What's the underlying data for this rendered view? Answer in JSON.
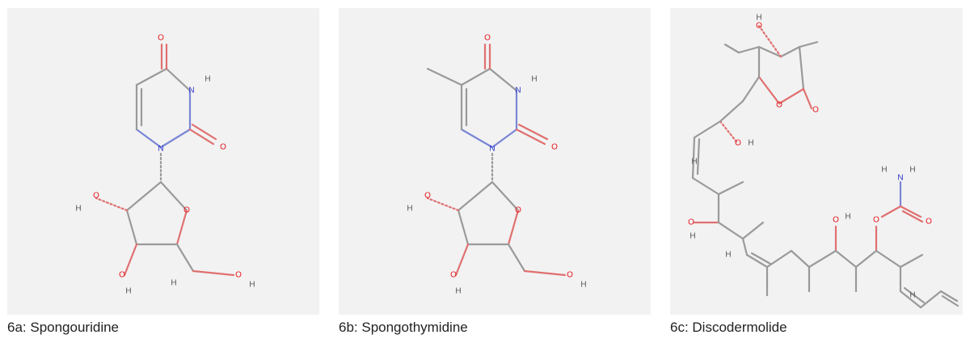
{
  "molecules": [
    {
      "caption": "6a: Spongouridine",
      "labels": {
        "O": "O",
        "N": "N",
        "H": "H"
      }
    },
    {
      "caption": "6b: Spongothymidine",
      "labels": {
        "O": "O",
        "N": "N",
        "H": "H"
      }
    },
    {
      "caption": "6c: Discodermolide",
      "labels": {
        "O": "O",
        "N": "N",
        "H": "H"
      }
    }
  ],
  "colors": {
    "panel_bg": "#f2f2f2",
    "carbon_bond": "#9a9a9a",
    "oxygen": "#e8141a",
    "nitrogen": "#2a34c8",
    "hydrogen": "#555555"
  }
}
